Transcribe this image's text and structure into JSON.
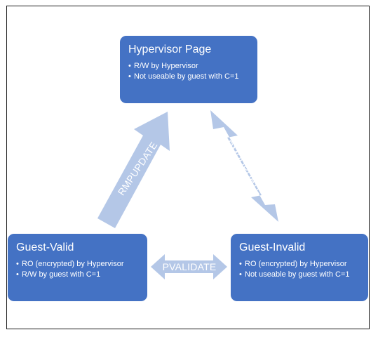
{
  "colors": {
    "box_fill": "#4472c4",
    "arrow_fill": "#b4c7e7",
    "text": "#ffffff"
  },
  "states": {
    "hypervisor": {
      "title": "Hypervisor Page",
      "bullets": [
        "R/W by Hypervisor",
        "Not useable by guest with C=1"
      ]
    },
    "guest_valid": {
      "title": "Guest-Valid",
      "bullets": [
        "RO (encrypted) by Hypervisor",
        "R/W by guest with C=1"
      ]
    },
    "guest_invalid": {
      "title": "Guest-Invalid",
      "bullets": [
        "RO (encrypted) by Hypervisor",
        "Not useable by guest with C=1"
      ]
    }
  },
  "transitions": {
    "left": "RMPUPDATE",
    "right": "RMPUPDATE",
    "bottom": "PVALIDATE"
  }
}
